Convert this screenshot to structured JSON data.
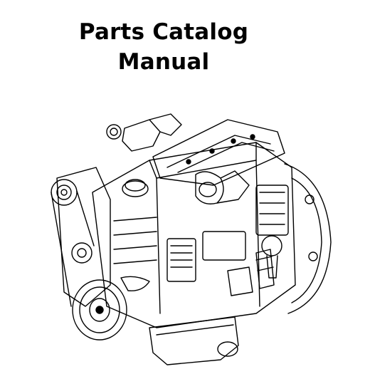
{
  "document": {
    "title_line_1": "Parts Catalog",
    "title_line_2": "Manual"
  },
  "illustration": {
    "subject": "engine-line-drawing",
    "style": "black ink on white"
  },
  "colors": {
    "background": "#ffffff",
    "ink": "#000000"
  }
}
